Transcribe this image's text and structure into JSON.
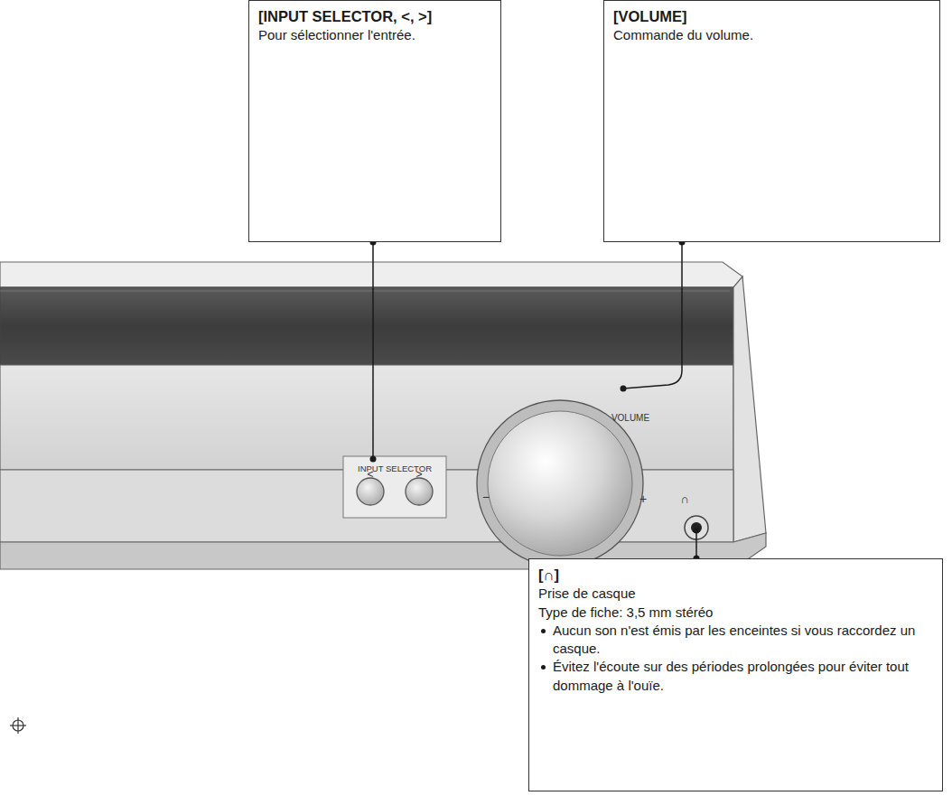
{
  "diagram": {
    "nodes": [
      {
        "text": [
          "[INPUT SELECTOR, <, >]",
          "Pour sélectionner l'entrée."
        ]
      },
      {
        "text": [
          "[VOLUME]",
          "Commande du volume."
        ]
      },
      {
        "text": [
          "[∩]",
          "Prise de casque",
          "Type de fiche: 3,5 mm stéréo",
          "Aucun son n'est émis par les enceintes si vous raccordez un casque.",
          "Évitez l'écoute sur des périodes prolongées pour éviter tout dommage à l'ouïe."
        ]
      }
    ],
    "labels": [
      "INPUT SELECTOR",
      "<",
      ">",
      "VOLUME",
      "−",
      "+",
      "∩"
    ]
  }
}
